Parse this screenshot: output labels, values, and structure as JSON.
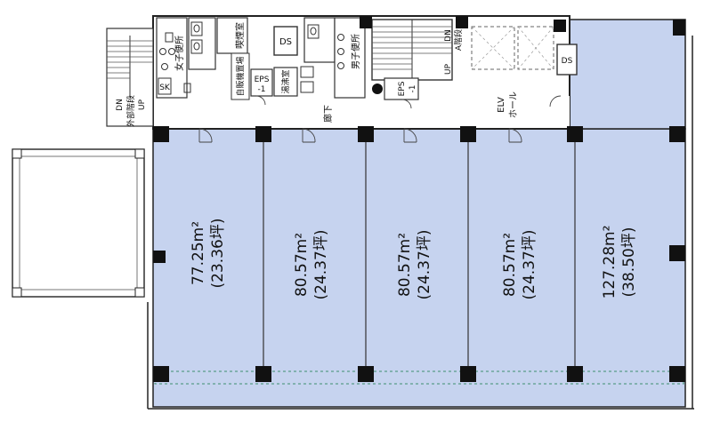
{
  "units": [
    {
      "id": "unit-1",
      "area_m2": "77.25m²",
      "area_tsubo": "(23.36坪)"
    },
    {
      "id": "unit-2",
      "area_m2": "80.57m²",
      "area_tsubo": "(24.37坪)"
    },
    {
      "id": "unit-3",
      "area_m2": "80.57m²",
      "area_tsubo": "(24.37坪)"
    },
    {
      "id": "unit-4",
      "area_m2": "80.57m²",
      "area_tsubo": "(24.37坪)"
    },
    {
      "id": "unit-5",
      "area_m2": "127.28m²",
      "area_tsubo": "(38.50坪)"
    }
  ],
  "rooms": {
    "womens_restroom": "女子便所",
    "smoking_room": "喫煙室",
    "ds_1": "DS",
    "ds_2": "DS",
    "mens_restroom": "男子便所",
    "vending_area": "自販機置場",
    "eps_1": "EPS",
    "eps_1_sub": "-1",
    "eps_2": "EPS",
    "eps_2_sub": "-1",
    "kitchenette": "湯沸室",
    "sk": "SK",
    "corridor": "廊下",
    "elv_hall_1": "ELV",
    "elv_hall_2": "ホール",
    "stair_a_up": "UP",
    "stair_a_dn": "DN",
    "stair_a_name": "A階段",
    "ext_stair_dn": "DN",
    "ext_stair_name": "外部階段",
    "ext_stair_up": "UP"
  }
}
